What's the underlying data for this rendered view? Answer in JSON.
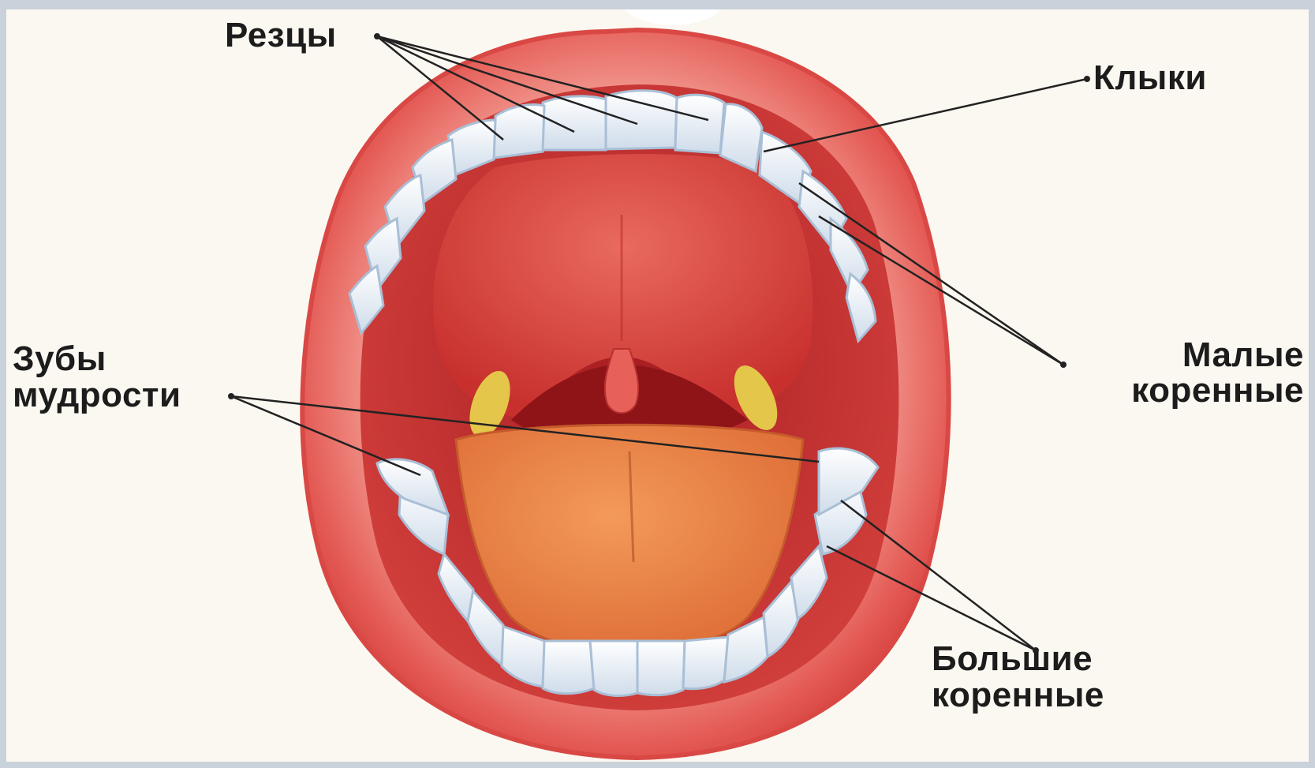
{
  "labels": {
    "incisors": "Резцы",
    "canines": "Клыки",
    "premolars_line1": "Малые",
    "premolars_line2": "коренные",
    "wisdom_line1": "Зубы",
    "wisdom_line2": "мудрости",
    "molars_line1": "Большие",
    "molars_line2": "коренные"
  },
  "colors": {
    "lips": "#e45a55",
    "lip_inner": "#f08a80",
    "mouth_interior": "#c8292a",
    "palate": "#e2544e",
    "tongue": "#e9793f",
    "teeth": "#ffffff",
    "tooth_shadow": "#b9cbe0",
    "tonsils": "#e3c64a",
    "leader_lines": "#222222"
  }
}
